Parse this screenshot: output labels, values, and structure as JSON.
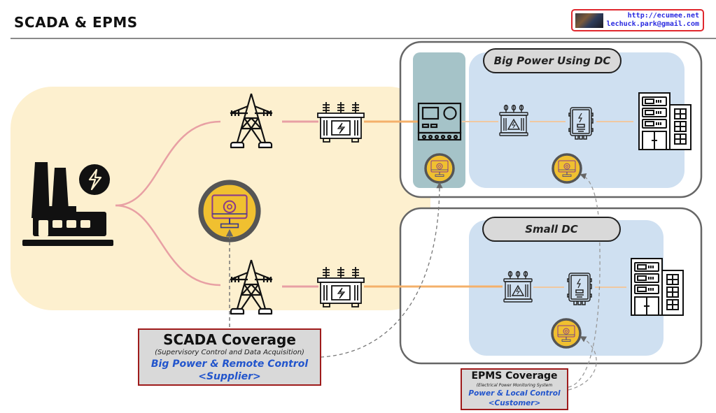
{
  "header": {
    "title": "SCADA & EPMS",
    "credit": {
      "url": "http://ecumee.net",
      "email": "lechuck.park@gmail.com"
    }
  },
  "zones": {
    "big_dc_label": "Big Power Using DC",
    "small_dc_label": "Small DC"
  },
  "scada": {
    "title": "SCADA Coverage",
    "subtitle": "(Supervisory Control and Data Acquisition)",
    "scope": "Big Power & Remote Control",
    "party": "<Supplier>"
  },
  "epms": {
    "title": "EPMS Coverage",
    "subtitle": "(Electrical Power Monitoring System",
    "scope": "Power & Local Control",
    "party": "<Customer>"
  },
  "icons": {
    "plant": "power-plant-icon",
    "tower": "transmission-tower-icon",
    "transformer": "transformer-icon",
    "switchgear": "switchgear-panel-icon",
    "distribution": "distribution-box-icon",
    "datacenter": "datacenter-building-icon",
    "monitor": "monitoring-station-icon"
  },
  "colors": {
    "supplier_zone": "#fdf0cf",
    "dc_zone": "#cfe0f1",
    "switchgear_zone": "#a5c3c8",
    "transmission_line": "#e8a0a4",
    "feeder_line": "#f4b06a",
    "internal_line": "#f0c8a0",
    "monitor_fill": "#f0c030",
    "coverage_border": "#9e1b1b",
    "coverage_blue": "#2255cc"
  }
}
